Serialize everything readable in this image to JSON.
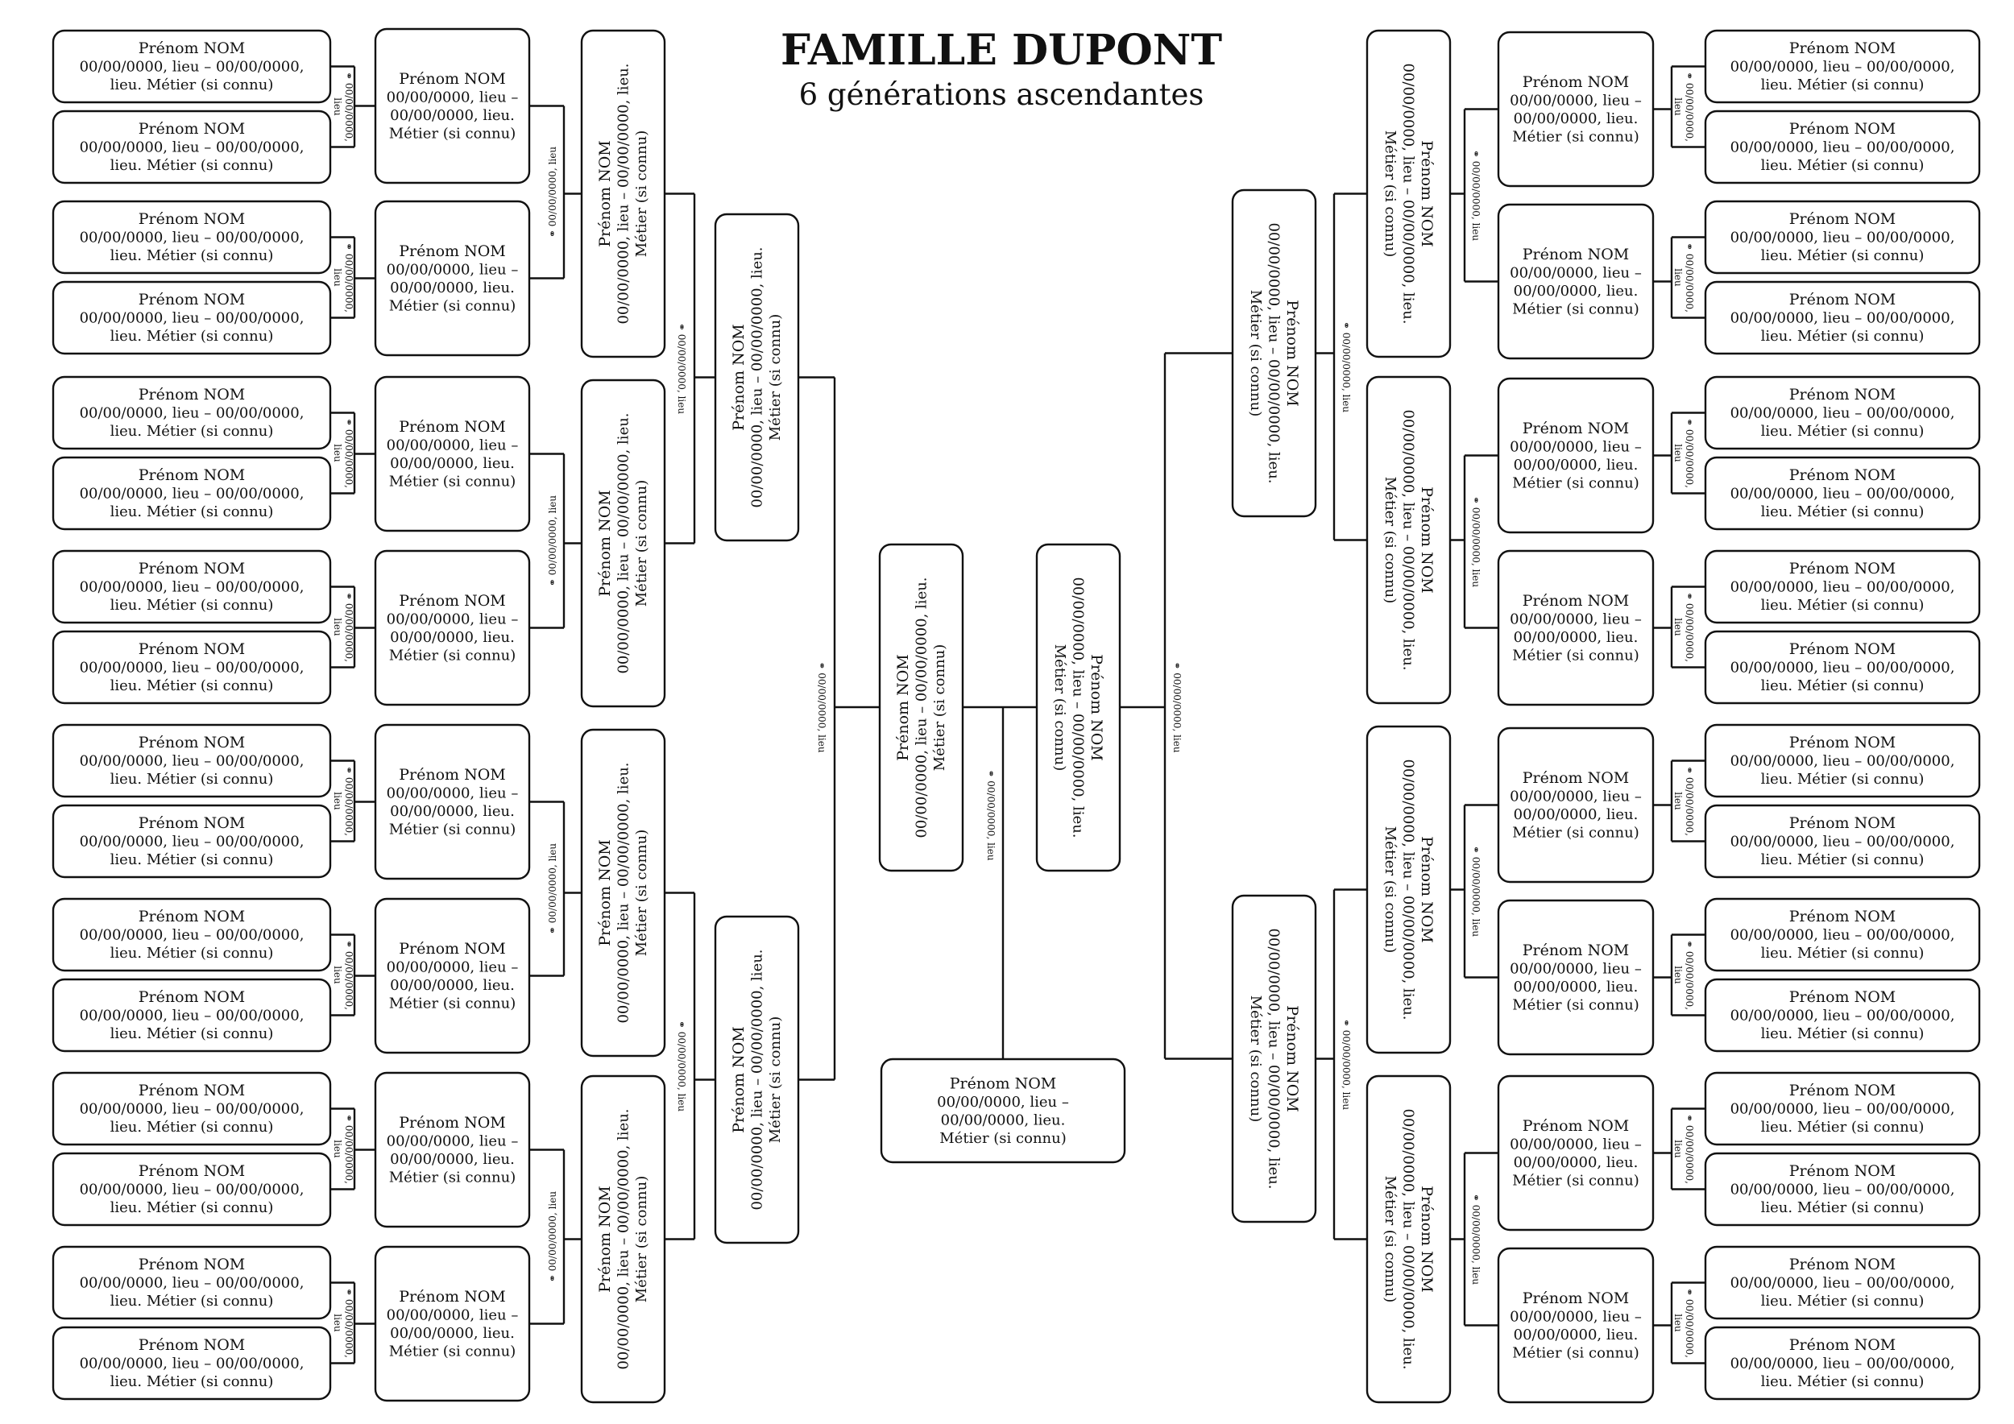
{
  "header": {
    "title": "FAMILLE DUPONT",
    "subtitle": "6 générations ascendantes"
  },
  "person": {
    "name": "Prénom NOM",
    "details": "00/00/0000, lieu – 00/00/0000, lieu. Métier (si connu)"
  },
  "marriage": {
    "text": "⚭ 00/00/0000, lieu"
  },
  "tree": {
    "generations": 6,
    "individuals": 63,
    "couples": 31
  }
}
